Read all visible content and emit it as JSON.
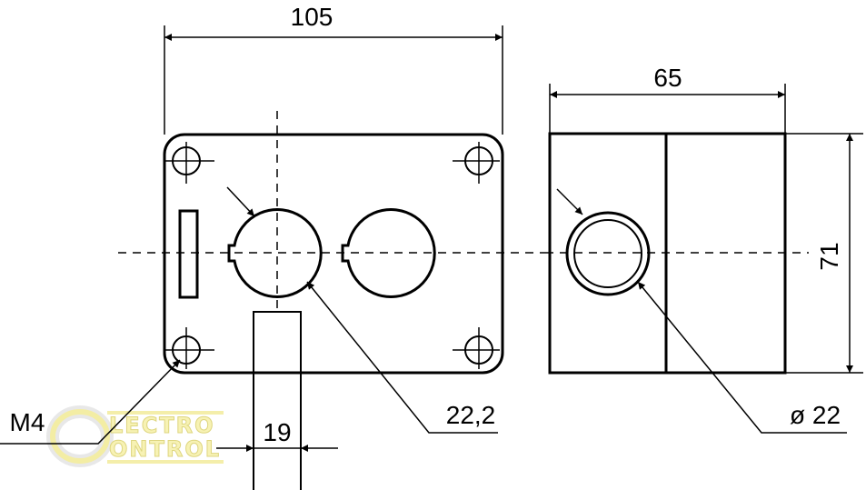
{
  "dimensions": {
    "width_front": "105",
    "width_side": "65",
    "height": "71",
    "hole_cutout": "22,2",
    "button_diameter": "ø 22",
    "thread": "M4",
    "slot_width": "19"
  },
  "watermark": {
    "letter": "e",
    "line1": "LECTRO",
    "line2": "ONTROL"
  }
}
